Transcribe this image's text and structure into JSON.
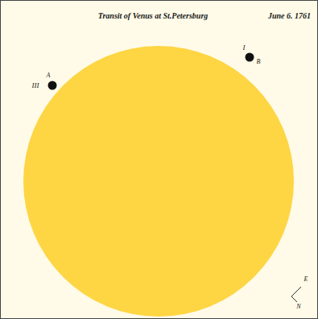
{
  "diagram": {
    "title": "Transit of Venus at St.Petersburg",
    "labels": [
      "June 6. 1761",
      "I",
      "B",
      "A",
      "III",
      "E",
      "N"
    ]
  }
}
